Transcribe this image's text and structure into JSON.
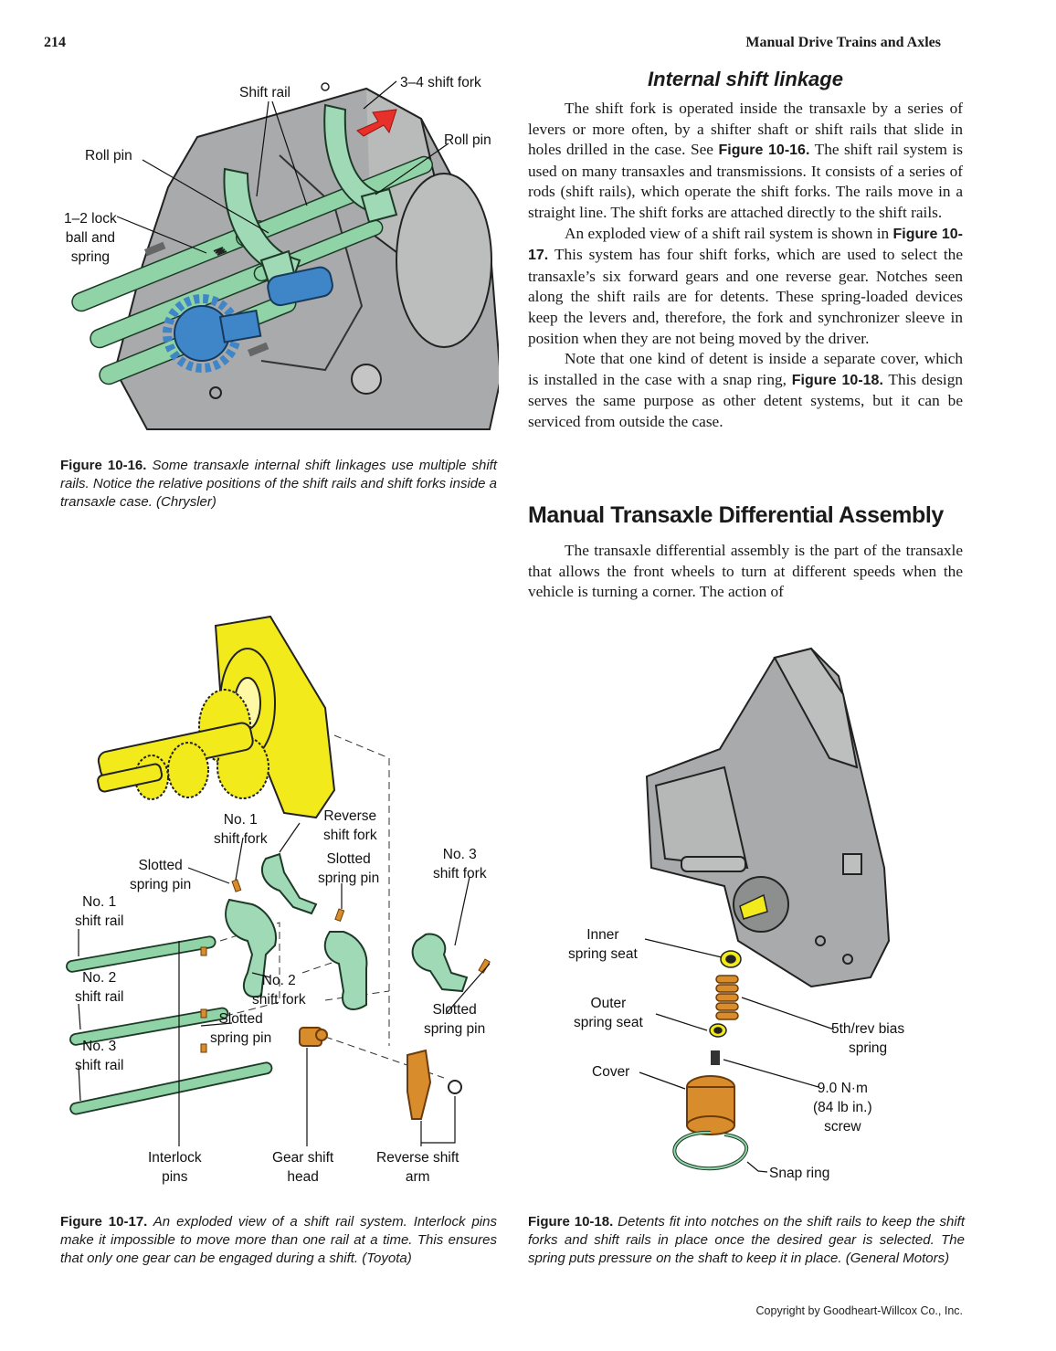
{
  "header": {
    "page_number": "214",
    "running_title": "Manual Drive Trains and Axles"
  },
  "section_internal": {
    "heading": "Internal shift linkage",
    "p1_a": "The shift fork is operated inside the transaxle by a series of levers or more often, by a shifter shaft or shift rails that slide in holes drilled in the case. See ",
    "p1_ref": "Figure 10-16.",
    "p1_b": " The shift rail system is used on many transaxles and trans­missions. It consists of a series of rods (shift rails), which operate the shift forks. The rails move in a straight line. The shift forks are attached directly to the shift rails.",
    "p2_a": "An exploded view of a shift rail system is shown in ",
    "p2_ref": "Figure 10-17.",
    "p2_b": " This system has four shift forks, which are used to select the transaxle’s six forward gears and one reverse gear. Notches seen along the shift rails are for detents. These spring-loaded devices keep the levers and, therefore, the fork and synchronizer sleeve in position when they are not being moved by the driver.",
    "p3_a": "Note that one kind of detent is inside a separate cover, which is installed in the case with a snap ring, ",
    "p3_ref": "Figure 10-18.",
    "p3_b": " This design serves the same purpose as other detent systems, but it can be serviced from outside the case."
  },
  "section_differential": {
    "heading": "Manual Transaxle Differential Assembly",
    "p1": "The transaxle differential assembly is the part of the transaxle that allows the front wheels to turn at different speeds when the vehicle is turning a corner. The action of"
  },
  "fig16": {
    "labels": {
      "shift_rail": "Shift rail",
      "fork34": "3–4 shift fork",
      "roll_pin_left": "Roll pin",
      "roll_pin_right": "Roll pin",
      "lock_ball": "1–2 lock\nball and\nspring"
    },
    "caption_num": "Figure 10-16.",
    "caption_text": " Some transaxle internal shift linkages use multiple shift rails. Notice the relative positions of the shift rails and shift forks inside a transaxle case. (Chrysler)"
  },
  "fig17": {
    "labels": {
      "no1_shift_fork": "No. 1\nshift fork",
      "reverse_shift_fork": "Reverse\nshift fork",
      "slotted_spring_pin_a": "Slotted\nspring pin",
      "slotted_spring_pin_b": "Slotted\nspring pin",
      "no3_shift_fork": "No. 3\nshift fork",
      "no1_shift_rail": "No. 1\nshift rail",
      "no2_shift_rail": "No. 2\nshift rail",
      "no2_shift_fork": "No. 2\nshift fork",
      "slotted_spring_pin_c": "Slotted\nspring pin",
      "slotted_spring_pin_d": "Slotted\nspring pin",
      "no3_shift_rail": "No. 3\nshift rail",
      "interlock_pins": "Interlock\npins",
      "gear_shift_head": "Gear shift\nhead",
      "reverse_shift_arm": "Reverse shift\narm"
    },
    "caption_num": "Figure 10-17.",
    "caption_text": " An exploded view of a shift rail system. Interlock pins make it impossible to move more than one rail at a time. This ensures that only one gear can be engaged during a shift. (Toyota)"
  },
  "fig18": {
    "labels": {
      "inner_spring_seat": "Inner\nspring seat",
      "outer_spring_seat": "Outer\nspring seat",
      "bias_spring": "5th/rev bias\nspring",
      "cover": "Cover",
      "screw": "9.0 N·m\n(84 lb in.)\nscrew",
      "snap_ring": "Snap ring"
    },
    "caption_num": "Figure 10-18.",
    "caption_text": " Detents fit into notches on the shift rails to keep the shift forks and shift rails in place once the desired gear is selected. The spring puts pressure on the shaft to keep it in place. (General Motors)"
  },
  "footer": {
    "copyright": "Copyright by Goodheart-Willcox Co., Inc."
  },
  "colors": {
    "case_gray": "#a9aaab",
    "rail_green": "#8fd3a6",
    "fork_green": "#9fd9b6",
    "gear_blue": "#3f86c9",
    "arrow_red": "#e8302a",
    "housing_yellow": "#f3ea1c",
    "part_orange": "#d98c2c"
  }
}
